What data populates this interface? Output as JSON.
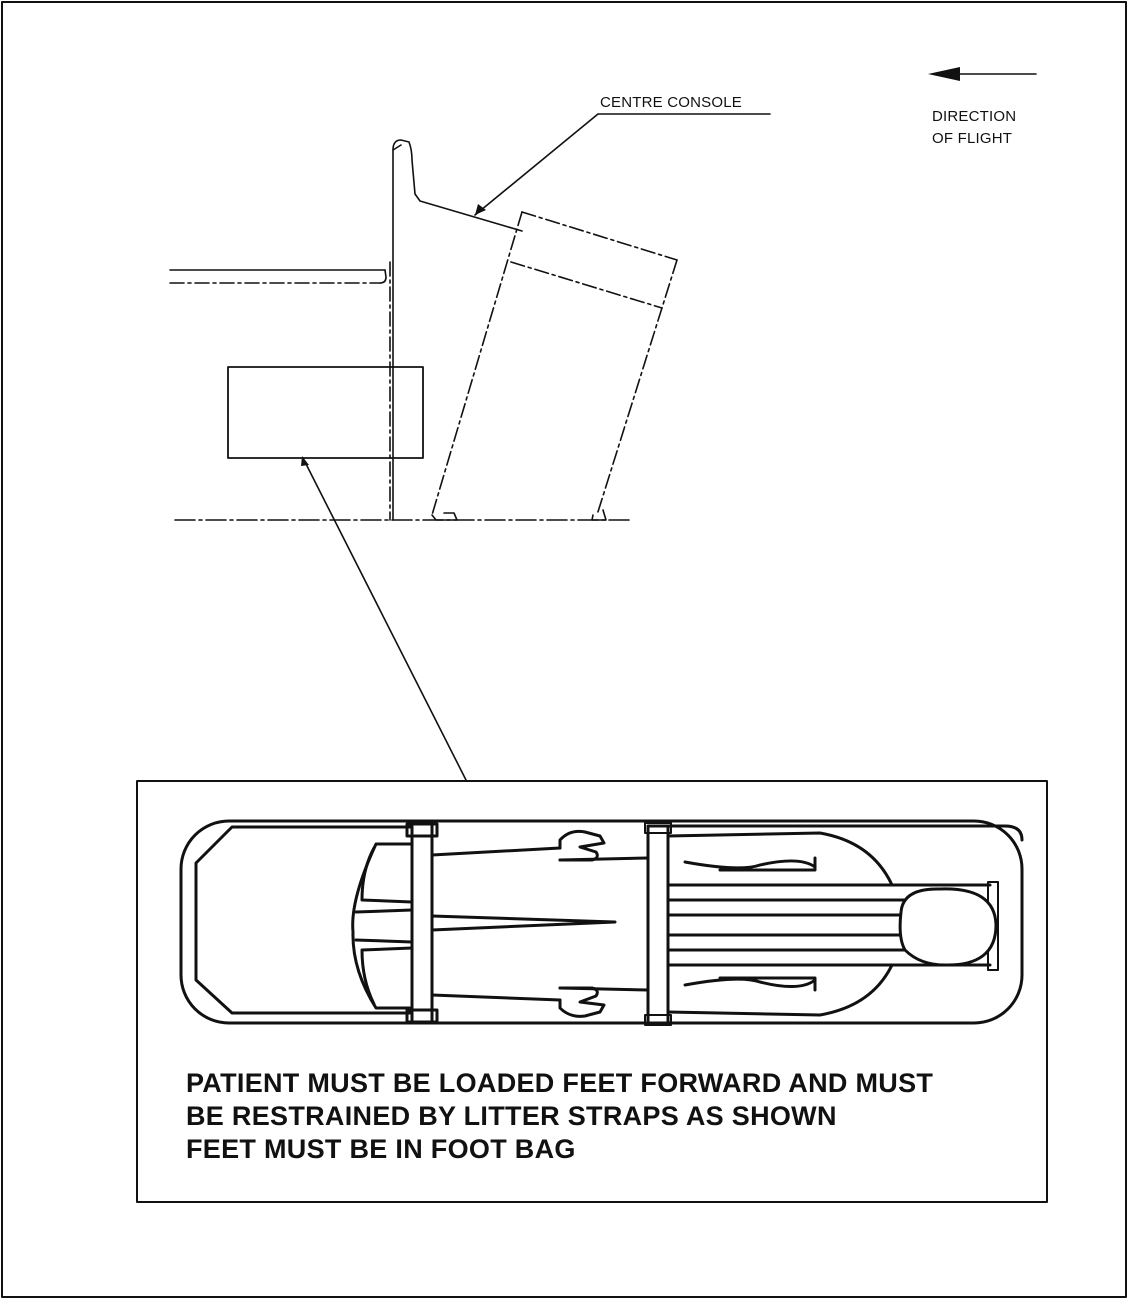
{
  "labels": {
    "centre_console": "CENTRE CONSOLE",
    "direction_line1": "DIRECTION",
    "direction_line2": "OF FLIGHT"
  },
  "detail_note": {
    "line1": "PATIENT MUST BE LOADED FEET FORWARD AND MUST",
    "line2": "BE RESTRAINED BY LITTER STRAPS AS SHOWN",
    "line3": "FEET MUST BE IN FOOT BAG"
  },
  "colors": {
    "ink": "#111111",
    "background": "#ffffff"
  }
}
